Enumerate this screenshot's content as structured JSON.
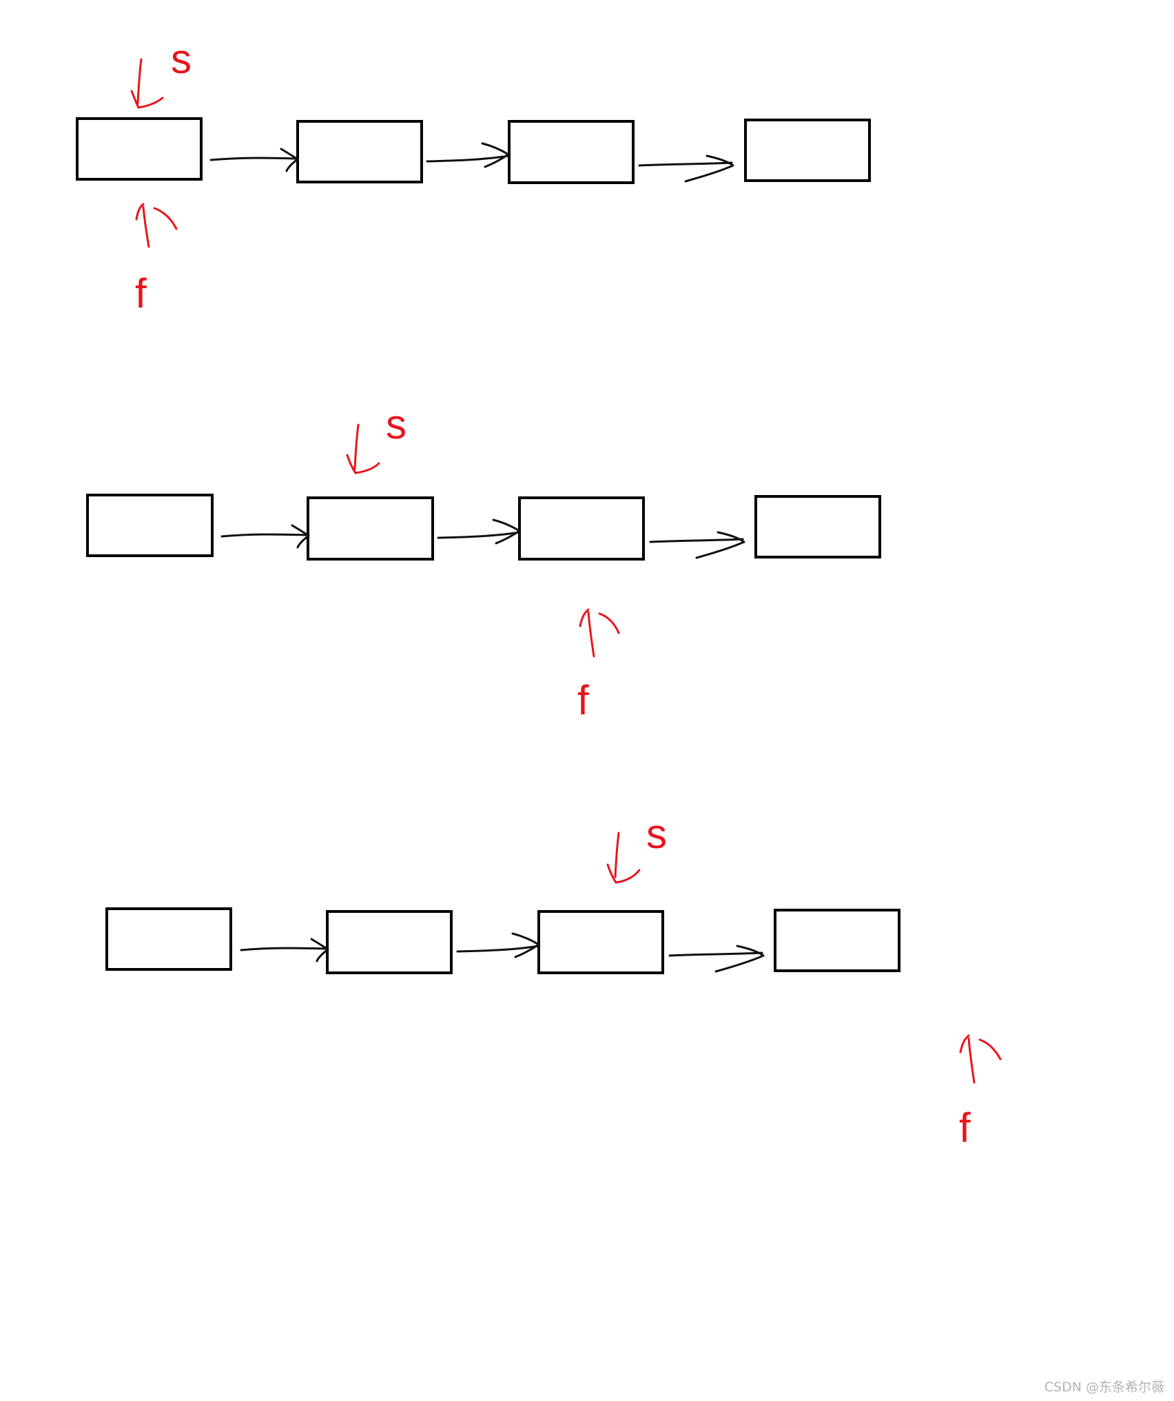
{
  "labels": {
    "slow": "s",
    "fast": "f"
  },
  "watermark": "CSDN @东条希尔薇",
  "colors": {
    "pointer": "#e8141c",
    "node": "#000000",
    "link": "#111111",
    "background": "#ffffff",
    "watermark": "#b3b3b3"
  },
  "diagram": {
    "node_count": 4,
    "stages": [
      {
        "slow_node": 1,
        "fast_node": 1
      },
      {
        "slow_node": 2,
        "fast_node": 3
      },
      {
        "slow_node": 3,
        "fast_node": "past-end"
      }
    ]
  }
}
